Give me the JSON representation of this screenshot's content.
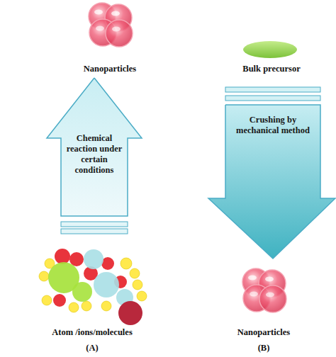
{
  "diagram": {
    "nodes": [
      {
        "text": [
          "Chemical reaction under certain conditions"
        ]
      },
      {
        "text": [
          "Crushing by mechanical method"
        ]
      }
    ],
    "labels": [
      "Nanoparticles",
      "Atom /ions/molecules",
      "(A)",
      "Bulk precursor",
      "Nanoparticles",
      "(B)"
    ]
  }
}
